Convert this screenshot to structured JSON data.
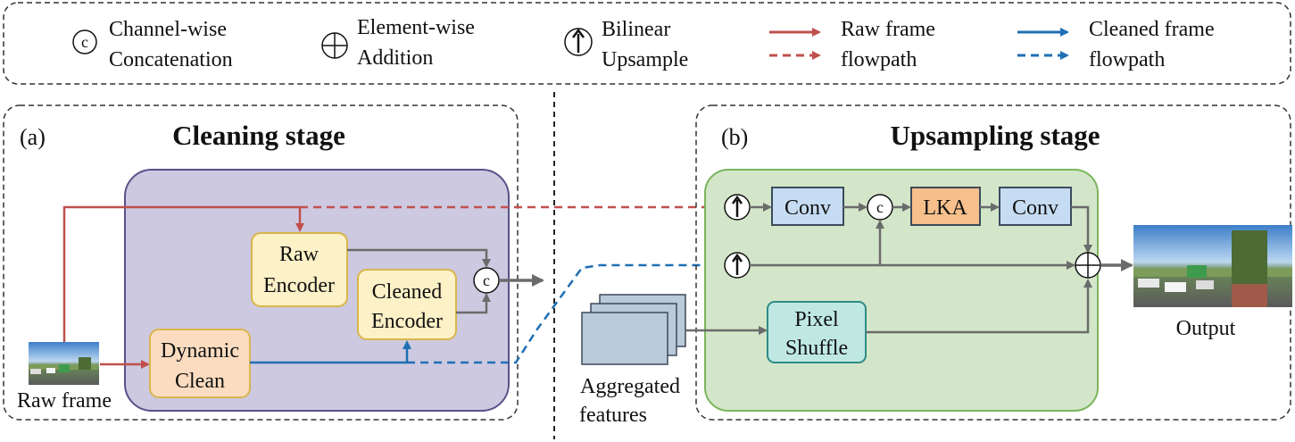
{
  "legend": {
    "concat_symbol": "c",
    "concat_label_1": "Channel-wise",
    "concat_label_2": "Concatenation",
    "add_label_1": "Element-wise",
    "add_label_2": "Addition",
    "up_label_1": "Bilinear",
    "up_label_2": "Upsample",
    "raw_label_1": "Raw frame",
    "raw_label_2": "flowpath",
    "clean_label_1": "Cleaned frame",
    "clean_label_2": "flowpath"
  },
  "cleaning": {
    "tag": "(a)",
    "title": "Cleaning stage",
    "raw_encoder_1": "Raw",
    "raw_encoder_2": "Encoder",
    "cleaned_encoder_1": "Cleaned",
    "cleaned_encoder_2": "Encoder",
    "dynamic_clean_1": "Dynamic",
    "dynamic_clean_2": "Clean",
    "concat_symbol": "c",
    "raw_frame_label": "Raw frame"
  },
  "upsampling": {
    "tag": "(b)",
    "title": "Upsampling stage",
    "conv1": "Conv",
    "lka": "LKA",
    "conv2": "Conv",
    "concat_symbol": "c",
    "pixel_shuffle_1": "Pixel",
    "pixel_shuffle_2": "Shuffle",
    "aggregated_1": "Aggregated",
    "aggregated_2": "features",
    "output_label": "Output"
  },
  "colors": {
    "raw_flow": "#c0504d",
    "clean_flow": "#1f6fb4",
    "gray_flow": "#6b6b6b",
    "cleaning_bg": "#cdc9e0",
    "upsampling_bg": "#d3e6c9",
    "encoder_fill": "#fdf1c7",
    "dynamic_fill": "#fbdcc0",
    "conv_fill": "#c6dcf2",
    "lka_fill": "#f6bf8c",
    "shuffle_fill": "#bfe8e3"
  }
}
